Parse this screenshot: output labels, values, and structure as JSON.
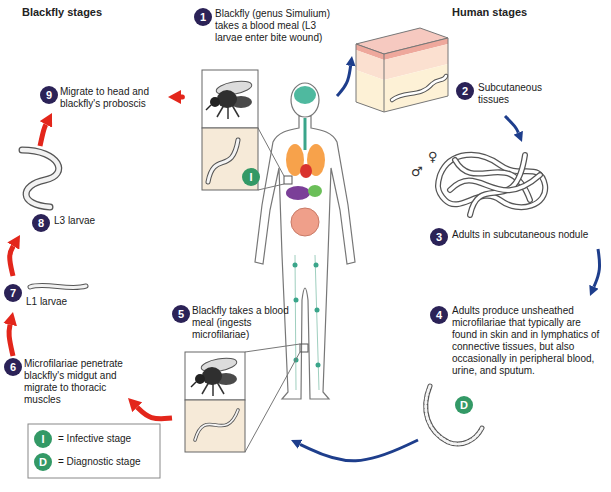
{
  "diagram": {
    "nodes": [
      {
        "text": [
          "1",
          "Blackfly (genus Simulium) takes a blood meal (L3 larvae enter bite wound)"
        ]
      },
      {
        "text": [
          "2",
          "Subcutaneous tissues"
        ]
      },
      {
        "text": [
          "3",
          "Adults in subcutaneous nodule"
        ]
      },
      {
        "text": [
          "4",
          "Adults produce unsheathed microfilariae that typically are found in skin and in lymphatics of connective tissues, but also occasionally in peripheral blood, urine, and sputum."
        ]
      },
      {
        "text": [
          "5",
          "Blackfly takes a blood meal (ingests microfilariae)"
        ]
      },
      {
        "text": [
          "6",
          "Microfilariae penetrate blackfly's midgut and migrate to thoracic muscles"
        ]
      },
      {
        "text": [
          "7",
          "L1 larvae"
        ]
      },
      {
        "text": [
          "8",
          "L3 larvae"
        ]
      },
      {
        "text": [
          "9",
          "Migrate to head and blackfly's proboscis"
        ]
      }
    ],
    "edges": [
      {
        "from": 0,
        "to": 1,
        "arrow": "to"
      },
      {
        "from": 1,
        "to": 2,
        "arrow": "to"
      },
      {
        "from": 2,
        "to": 3,
        "arrow": "to"
      },
      {
        "from": 3,
        "to": 4,
        "arrow": "to"
      },
      {
        "from": 4,
        "to": 5,
        "arrow": "to"
      },
      {
        "from": 5,
        "to": 6,
        "arrow": "to"
      },
      {
        "from": 6,
        "to": 7,
        "arrow": "to"
      },
      {
        "from": 7,
        "to": 8,
        "arrow": "to"
      },
      {
        "from": 8,
        "to": 0,
        "arrow": "to"
      }
    ],
    "labels": [
      "Blackfly stages",
      "Human stages",
      "♀",
      "♂",
      "I",
      "D",
      "I",
      "D"
    ],
    "legend": [
      {
        "text": "= Infective stage"
      },
      {
        "text": "= Diagnostic stage"
      }
    ]
  }
}
